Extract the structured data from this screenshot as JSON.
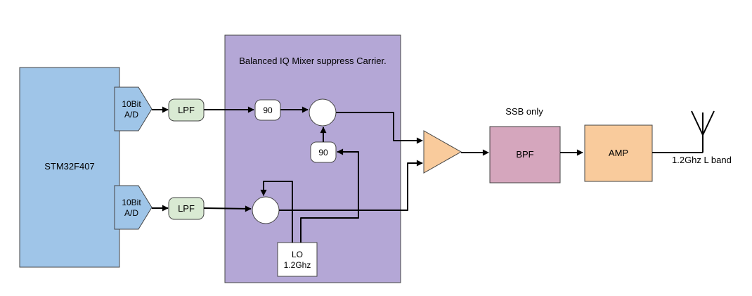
{
  "colors": {
    "block_blue": "#9fc5e8",
    "block_green": "#d9ead3",
    "region_purple": "#b4a7d6",
    "node_white": "#ffffff",
    "block_orange": "#f9cb9c",
    "block_pink": "#d5a6bd",
    "wire_black": "#000000"
  },
  "blocks": {
    "mcu": {
      "label": "STM32F407"
    },
    "adc_top": {
      "line1": "10Bit",
      "line2": "A/D"
    },
    "adc_bottom": {
      "line1": "10Bit",
      "line2": "A/D"
    },
    "lpf_top": {
      "label": "LPF"
    },
    "lpf_bottom": {
      "label": "LPF"
    },
    "mixer_region": {
      "title": "Balanced IQ Mixer suppress Carrier."
    },
    "phase_90_i": {
      "label": "90"
    },
    "phase_90_lo": {
      "label": "90"
    },
    "lo": {
      "line1": "LO",
      "line2": "1.2Ghz"
    },
    "ssb_note": {
      "label": "SSB only"
    },
    "bpf": {
      "label": "BPF"
    },
    "amp": {
      "label": "AMP"
    },
    "output": {
      "label": "1.2Ghz L band"
    }
  }
}
